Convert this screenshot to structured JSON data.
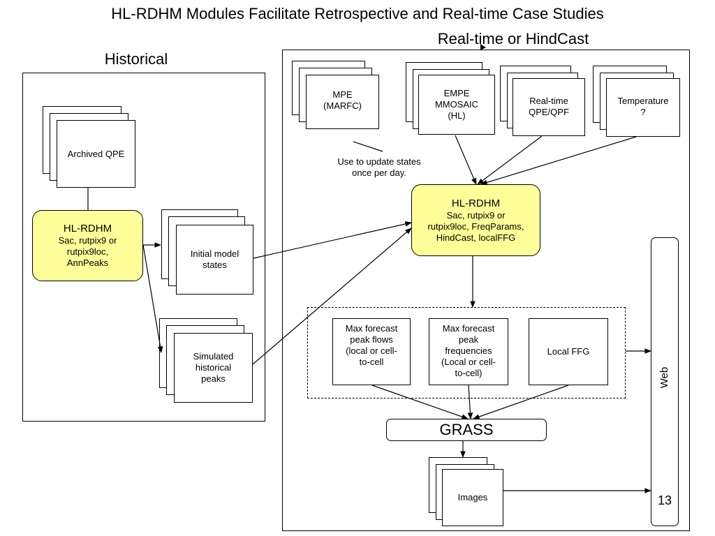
{
  "title": "HL-RDHM Modules Facilitate Retrospective and Real-time Case Studies",
  "realtime_label": "Real-time or HindCast",
  "historical_label": "Historical",
  "historical": {
    "archived_qpe": "Archived QPE",
    "hlrdhm_title": "HL-RDHM",
    "hlrdhm_desc": [
      "Sac, rutpix9 or",
      "rutpix9loc,",
      "AnnPeaks"
    ],
    "initial_states": [
      "Initial model",
      "states"
    ],
    "simulated_peaks": [
      "Simulated",
      "historical",
      "peaks"
    ]
  },
  "realtime": {
    "mpe": [
      "MPE",
      "(MARFC)"
    ],
    "empe": [
      "EMPE",
      "MMOSAIC",
      "(HL)"
    ],
    "qpe_qpf": [
      "Real-time",
      "QPE/QPF"
    ],
    "temperature": [
      "Temperature",
      "?"
    ],
    "update_note": [
      "Use to update states",
      "once per day."
    ],
    "hlrdhm_title": "HL-RDHM",
    "hlrdhm_desc": [
      "Sac, rutpix9 or",
      "rutpix9loc, FreqParams,",
      "HindCast, localFFG"
    ],
    "max_flows": [
      "Max forecast",
      "peak flows",
      "(local or cell-",
      "to-cell"
    ],
    "max_freq": [
      "Max forecast",
      "peak",
      "frequencies",
      "(Local or cell-",
      "to-cell)"
    ],
    "local_ffg": "Local FFG",
    "grass": "GRASS",
    "images": "Images",
    "web": "Web",
    "slide_number": "13"
  }
}
